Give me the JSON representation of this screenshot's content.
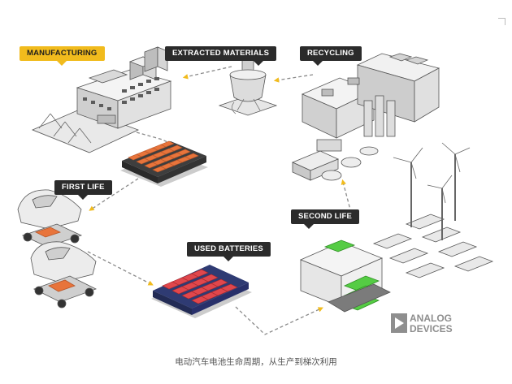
{
  "labels": {
    "manufacturing": "MANUFACTURING",
    "extracted_materials": "EXTRACTED MATERIALS",
    "recycling": "RECYCLING",
    "first_life": "FIRST LIFE",
    "used_batteries": "USED BATTERIES",
    "second_life": "SECOND LIFE"
  },
  "logo": {
    "line1": "ANALOG",
    "line2": "DEVICES"
  },
  "caption": "电动汽车电池生命周期，从生产到梯次利用",
  "colors": {
    "tag_dark": "#2b2b2b",
    "tag_highlight": "#f1bb1d",
    "flow_arrow": "#f1bb1d",
    "new_battery": "#e8743b",
    "used_battery": "#e0474c",
    "second_life_battery": "#55cc44",
    "logo": "#8e8e8e"
  }
}
